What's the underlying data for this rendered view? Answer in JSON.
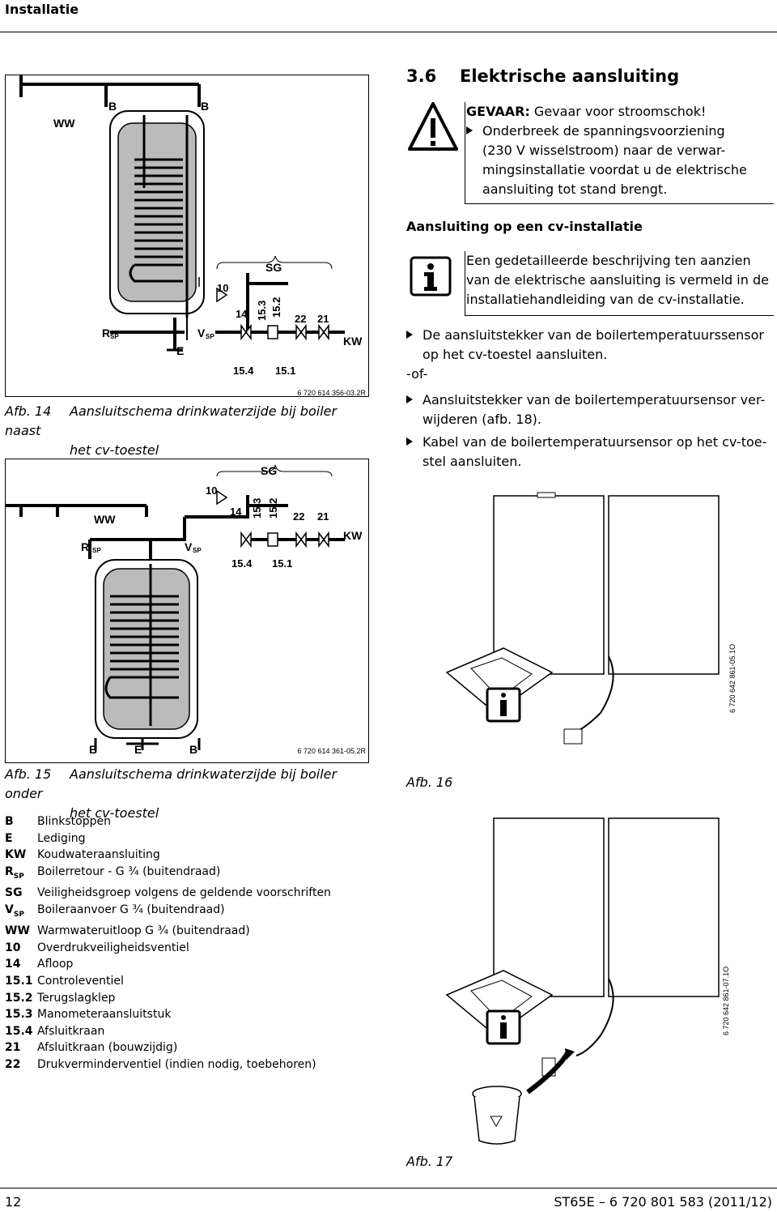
{
  "header": {
    "section": "Installatie"
  },
  "section": {
    "number": "3.6",
    "title": "Elektrische aansluiting"
  },
  "warning": {
    "label": "GEVAAR:",
    "text": " Gevaar voor stroomschok!",
    "bullet_lines": [
      "Onderbreek de spanningsvoorziening",
      "(230 V wisselstroom) naar de verwar-",
      "mingsinstallatie voordat u de elektrische",
      "aansluiting tot stand brengt."
    ]
  },
  "subheading": "Aansluiting op een cv-installatie",
  "info": {
    "lines": [
      "Een gedetailleerde beschrijving ten aanzien",
      "van de elektrische aansluiting is vermeld in de",
      "installatiehandleiding van de cv-installatie."
    ]
  },
  "steps": {
    "step1": [
      "De aansluitstekker van de boilertemperatuurssensor",
      "op het cv-toestel aansluiten."
    ],
    "or": "-of-",
    "step2": [
      "Aansluitstekker van de boilertemperatuursensor ver-",
      "wijderen (afb. 18)."
    ],
    "step3": [
      "Kabel van de boilertemperatuursensor op het cv-toe-",
      "stel aansluiten."
    ]
  },
  "fig14": {
    "label": "Afb. 14",
    "caption": [
      "Aansluitschema drinkwaterzijde bij boiler naast",
      "het cv-toestel"
    ],
    "ref": "6 720 614 356-03.2R",
    "labels": {
      "ww": "WW",
      "b": "B",
      "sg": "SG",
      "n10": "10",
      "n14": "14",
      "n153": "15.3",
      "n152": "15.2",
      "n22": "22",
      "n21": "21",
      "kw": "KW",
      "r": "R",
      "v": "V",
      "sp": "SP",
      "e": "E",
      "n154": "15.4",
      "n151": "15.1"
    }
  },
  "fig15": {
    "label": "Afb. 15",
    "caption": [
      "Aansluitschema drinkwaterzijde bij boiler onder",
      "het cv-toestel"
    ],
    "ref": "6 720 614 361-05.2R"
  },
  "fig16": {
    "label": "Afb. 16",
    "ref": "6 720 642 861-05.1O"
  },
  "fig17": {
    "label": "Afb. 17",
    "ref": "6 720 642 861-07.1O"
  },
  "legend": [
    {
      "key": "B",
      "text": "Blinkstoppen"
    },
    {
      "key": "E",
      "text": "Lediging"
    },
    {
      "key": "KW",
      "text": "Koudwateraansluiting"
    },
    {
      "key": "R",
      "sub": "SP",
      "text": "Boilerretour - G ¾  (buitendraad)"
    },
    {
      "key": "SG",
      "text": "Veiligheidsgroep volgens de geldende voorschriften"
    },
    {
      "key": "V",
      "sub": "SP",
      "text": "Boileraanvoer G ¾  (buitendraad)"
    },
    {
      "key": "WW",
      "text": "Warmwateruitloop G ¾  (buitendraad)"
    },
    {
      "key": "10",
      "text": "Overdrukveiligheidsventiel"
    },
    {
      "key": "14",
      "text": "Afloop"
    },
    {
      "key": "15.1",
      "text": "Controleventiel"
    },
    {
      "key": "15.2",
      "text": "Terugslagklep"
    },
    {
      "key": "15.3",
      "text": "Manometeraansluitstuk"
    },
    {
      "key": "15.4",
      "text": "Afsluitkraan"
    },
    {
      "key": "21",
      "text": "Afsluitkraan (bouwzijdig)"
    },
    {
      "key": "22",
      "text": "Drukverminderventiel (indien nodig, toebehoren)"
    }
  ],
  "footer": {
    "page": "12",
    "doc": "ST65E – 6 720 801 583 (2011/12)"
  }
}
